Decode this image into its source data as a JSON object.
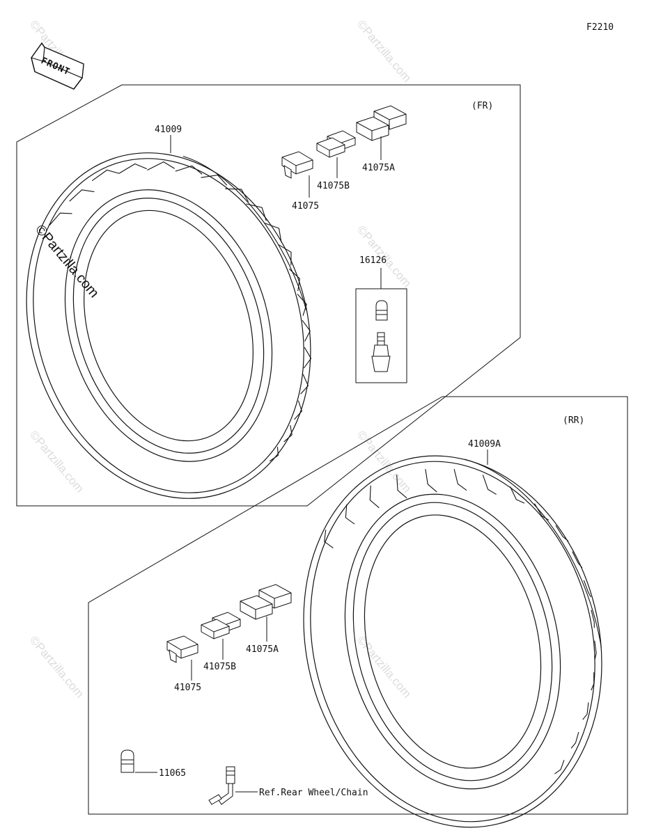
{
  "diagram": {
    "code": "F2210",
    "front_arrow": "FRONT",
    "watermark": "©Partzilla.com",
    "front_section": {
      "tag": "(FR)",
      "parts": {
        "tire": "41009",
        "weight": "41075",
        "weight_b": "41075B",
        "weight_a": "41075A",
        "valve": "16126"
      }
    },
    "rear_section": {
      "tag": "(RR)",
      "parts": {
        "tire": "41009A",
        "weight": "41075",
        "weight_b": "41075B",
        "weight_a": "41075A",
        "cap": "11065",
        "valve_ref": "Ref.Rear Wheel/Chain"
      }
    }
  }
}
